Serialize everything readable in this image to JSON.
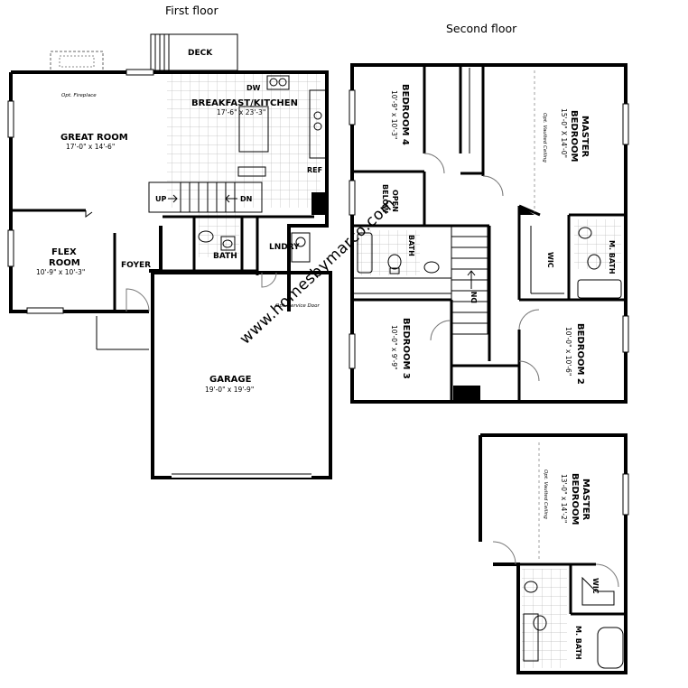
{
  "floors": {
    "first": "First floor",
    "second": "Second floor"
  },
  "watermark": "www.homesbymarco.com",
  "rooms": {
    "deck": "DECK",
    "opt_fireplace": "Opt. Fireplace",
    "breakfast_kitchen": {
      "name": "BREAKFAST/KITCHEN",
      "size": "17'-6\" x 23'-3\""
    },
    "dw": "DW",
    "ref": "REF",
    "great_room": {
      "name": "GREAT ROOM",
      "size": "17'-0\" x 14'-6\""
    },
    "flex_room": {
      "name1": "FLEX",
      "name2": "ROOM",
      "size": "10'-9\" x 10'-3\""
    },
    "foyer": "FOYER",
    "up": "UP",
    "dn": "DN",
    "bath": "BATH",
    "lndry": "LNDRY",
    "opt_service_door": "Opt. Service Door",
    "garage": {
      "name": "GARAGE",
      "size": "19'-0\" x 19'-9\""
    },
    "bedroom4": {
      "name": "BEDROOM 4",
      "size": "10'-9\" x 10'-3\""
    },
    "master_bedroom": {
      "name1": "MASTER",
      "name2": "BEDROOM",
      "size": "15'-0\" X 14'-0\""
    },
    "opt_vaulted": "Opt. Vaulted Ceiling",
    "open_below": {
      "line1": "OPEN",
      "line2": "BELOW"
    },
    "bath2": "BATH",
    "wic": "WIC",
    "m_bath": "M. BATH",
    "dn2": "DN",
    "bedroom3": {
      "name": "BEDROOM 3",
      "size": "10'-0\" x 9'-9\""
    },
    "bedroom2": {
      "name": "BEDROOM 2",
      "size": "10'-0\" x 10'-6\""
    },
    "alt_master": {
      "name1": "MASTER",
      "name2": "BEDROOM",
      "size": "13'-0\" x 14'-2\""
    },
    "alt_vaulted": "Opt. Vaulted Ceiling",
    "alt_wic": "WIC",
    "alt_m_bath": "M. BATH"
  }
}
